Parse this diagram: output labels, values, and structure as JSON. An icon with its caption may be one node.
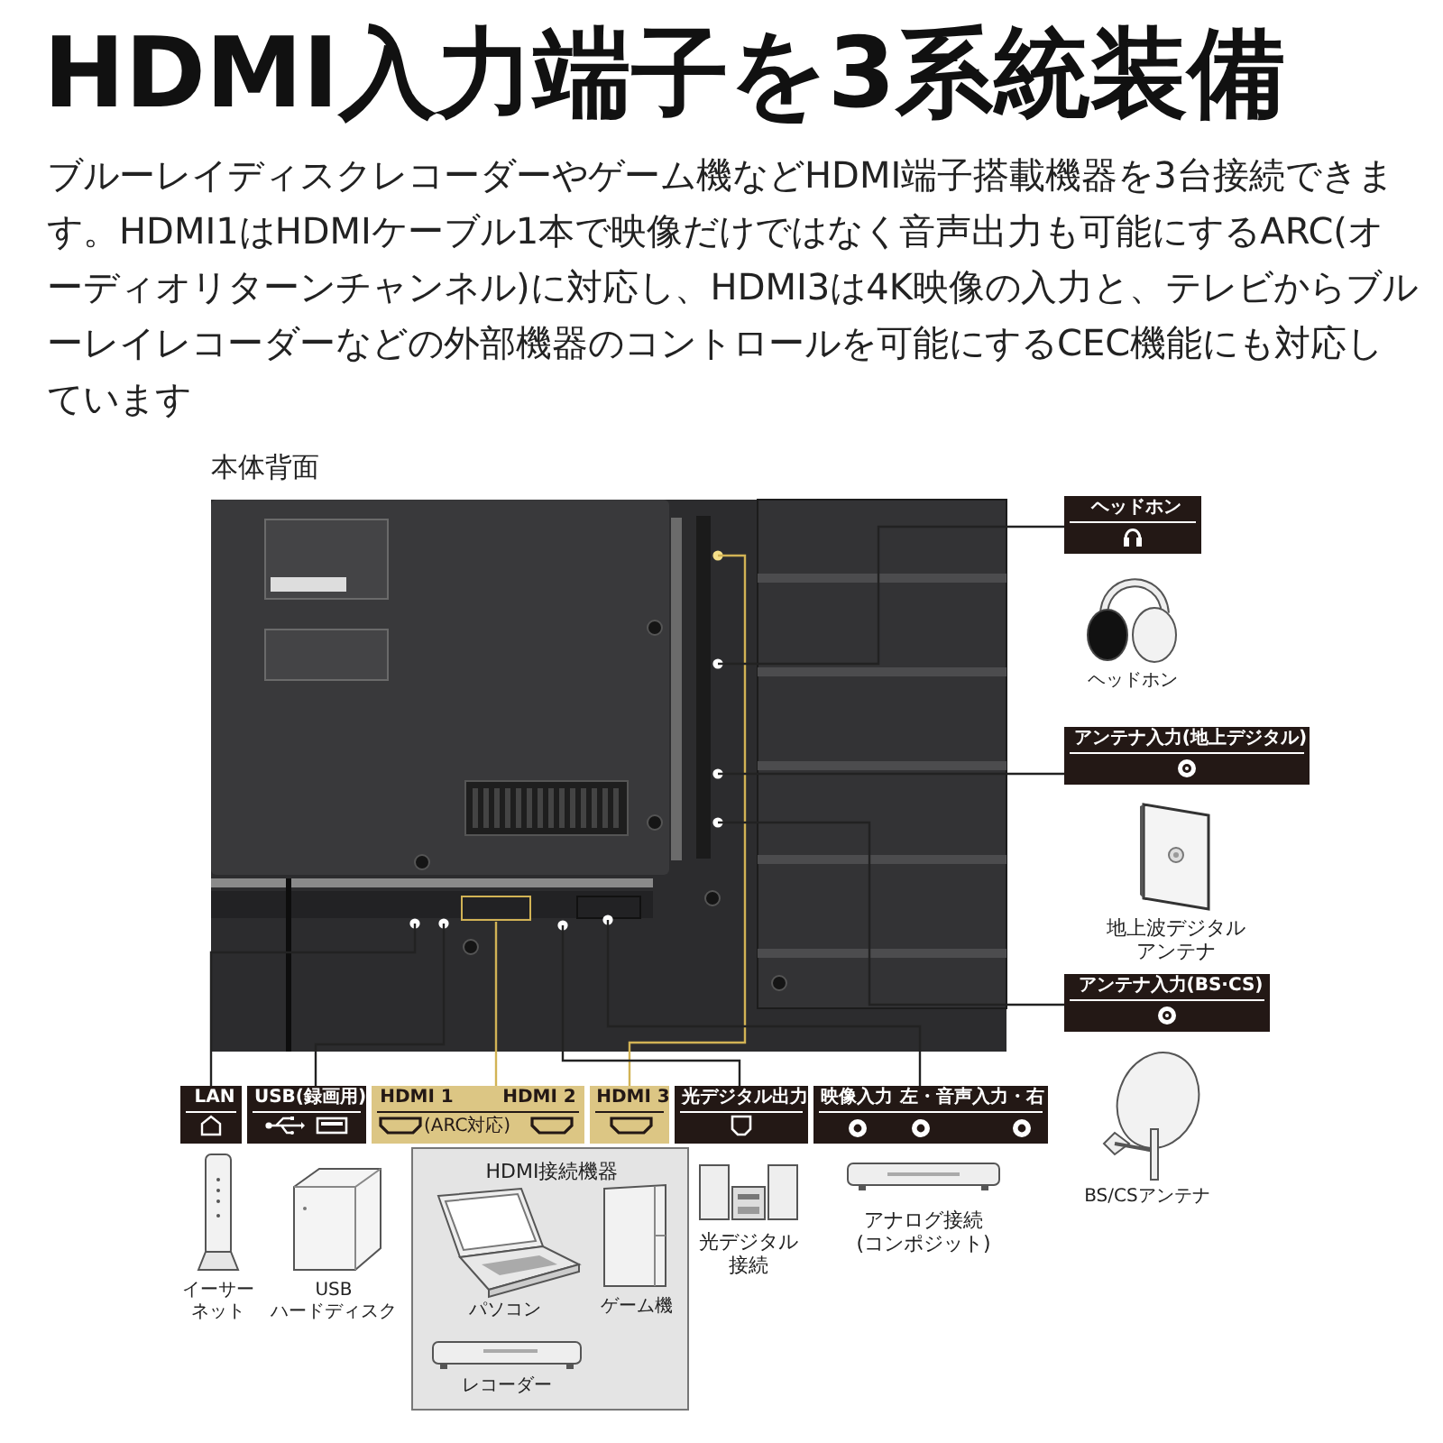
{
  "diagram": {
    "title": "HDMI入力端子を3系統装備",
    "caption": "ブルーレイディスクレコーダーやゲーム機などHDMI端子搭載機器を3台接続できます。HDMI1はHDMIケーブル1本で映像だけではなく音声出力も可能にするARC(オーディオリターンチャンネル)に対応し、HDMI3は4K映像の入力と、テレビからブルーレイレコーダーなどの外部機器のコントロールを可能にするCEC機能にも対応しています",
    "nodes": [
      {
        "text": [
          "本体背面"
        ]
      },
      {
        "text": [
          "ヘッドホン"
        ]
      },
      {
        "text": [
          "ヘッドホン"
        ]
      },
      {
        "text": [
          "アンテナ入力(地上デジタル)"
        ]
      },
      {
        "text": [
          "地上波デジタルアンテナ"
        ]
      },
      {
        "text": [
          "アンテナ入力(BS·CS)"
        ]
      },
      {
        "text": [
          "BS/CSアンテナ"
        ]
      },
      {
        "text": [
          "LAN"
        ]
      },
      {
        "text": [
          "USB(録画用)"
        ]
      },
      {
        "text": [
          "HDMI 1",
          "HDMI 2",
          "(ARC対応)"
        ]
      },
      {
        "text": [
          "HDMI 3"
        ]
      },
      {
        "text": [
          "光デジタル出力"
        ]
      },
      {
        "text": [
          "映像入力",
          "左・音声入力・右"
        ]
      },
      {
        "text": [
          "イーサーネット"
        ]
      },
      {
        "text": [
          "USB ハードディスク"
        ]
      },
      {
        "text": [
          "HDMI接続機器"
        ]
      },
      {
        "text": [
          "パソコン"
        ],
        "in": 15
      },
      {
        "text": [
          "ゲーム機"
        ],
        "in": 15
      },
      {
        "text": [
          "レコーダー"
        ],
        "in": 15
      },
      {
        "text": [
          "光デジタル接続"
        ]
      },
      {
        "text": [
          "アナログ接続(コンポジット)"
        ]
      }
    ],
    "edges": [
      {
        "from": 0,
        "to": 7,
        "arrow": "none"
      },
      {
        "from": 0,
        "to": 8,
        "arrow": "none"
      },
      {
        "from": 0,
        "to": 9,
        "arrow": "none",
        "color": "#d2b355"
      },
      {
        "from": 0,
        "to": 10,
        "arrow": "none",
        "color": "#d2b355"
      },
      {
        "from": 0,
        "to": 11,
        "arrow": "none"
      },
      {
        "from": 0,
        "to": 12,
        "arrow": "none"
      },
      {
        "from": 0,
        "to": 1,
        "arrow": "none"
      },
      {
        "from": 0,
        "to": 3,
        "arrow": "none"
      },
      {
        "from": 0,
        "to": 5,
        "arrow": "none"
      }
    ]
  }
}
